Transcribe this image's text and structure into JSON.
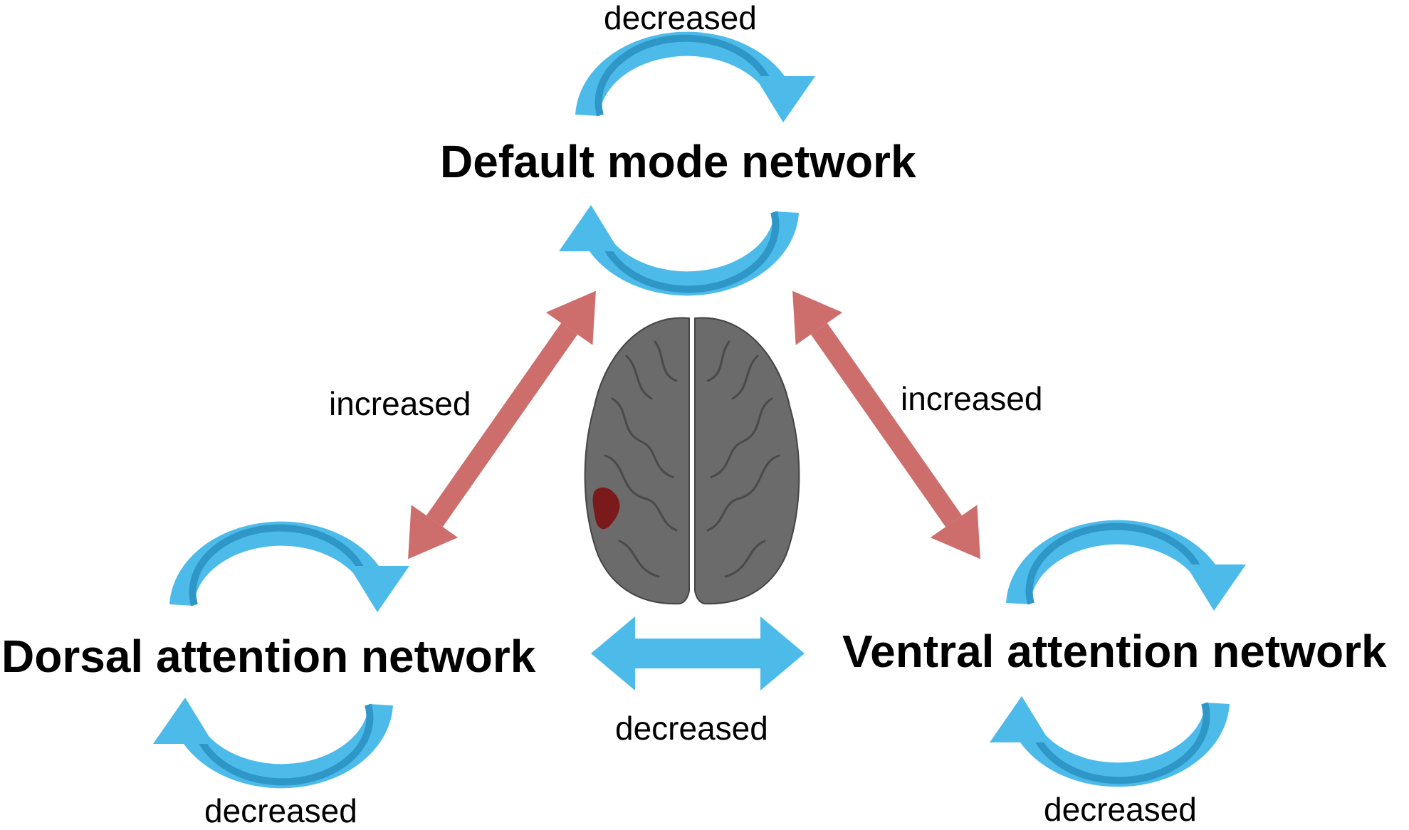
{
  "networks": {
    "dmn": "Default mode network",
    "dan": "Dorsal attention network",
    "van": "Ventral attention network"
  },
  "labels": {
    "dmn_self": "decreased",
    "dan_self": "decreased",
    "van_self": "decreased",
    "dan_van": "decreased",
    "dmn_dan": "increased",
    "dmn_van": "increased"
  },
  "colors": {
    "decreased_arrow": "#4dbbea",
    "decreased_arrow_shade": "#2e97c8",
    "increased_arrow": "#cd6e6c",
    "brain": "#6b6b6b",
    "brain_region": "#7a1a1a",
    "text": "#000000"
  },
  "icons": {
    "brain": "brain-icon",
    "self_loop": "circular-arrow-icon",
    "connection": "double-arrow-icon"
  }
}
